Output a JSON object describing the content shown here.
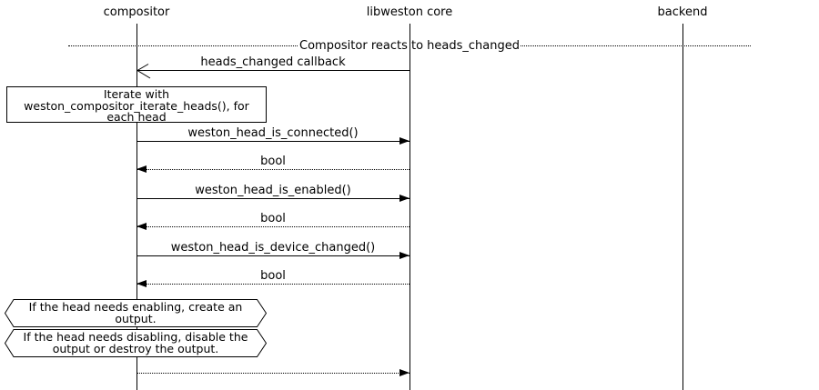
{
  "participants": [
    {
      "label": "compositor"
    },
    {
      "label": "libweston core"
    },
    {
      "label": "backend"
    }
  ],
  "divider": {
    "label": "Compositor reacts to heads_changed"
  },
  "messages": {
    "heads_changed": {
      "label": "heads_changed callback"
    },
    "is_connected": {
      "label": "weston_head_is_connected()"
    },
    "bool1": {
      "label": "bool"
    },
    "is_enabled": {
      "label": "weston_head_is_enabled()"
    },
    "bool2": {
      "label": "bool"
    },
    "is_device_changed": {
      "label": "weston_head_is_device_changed()"
    },
    "bool3": {
      "label": "bool"
    }
  },
  "notes": {
    "iterate": {
      "lines": [
        "Iterate with",
        "weston_compositor_iterate_heads(), for",
        "each head"
      ]
    },
    "enable": {
      "lines": [
        "If the head needs enabling, create an",
        "output."
      ]
    },
    "disable": {
      "lines": [
        "If the head needs disabling, disable the",
        "output or destroy the output."
      ]
    }
  },
  "colors": {
    "stroke": "#000000",
    "background": "#ffffff"
  }
}
